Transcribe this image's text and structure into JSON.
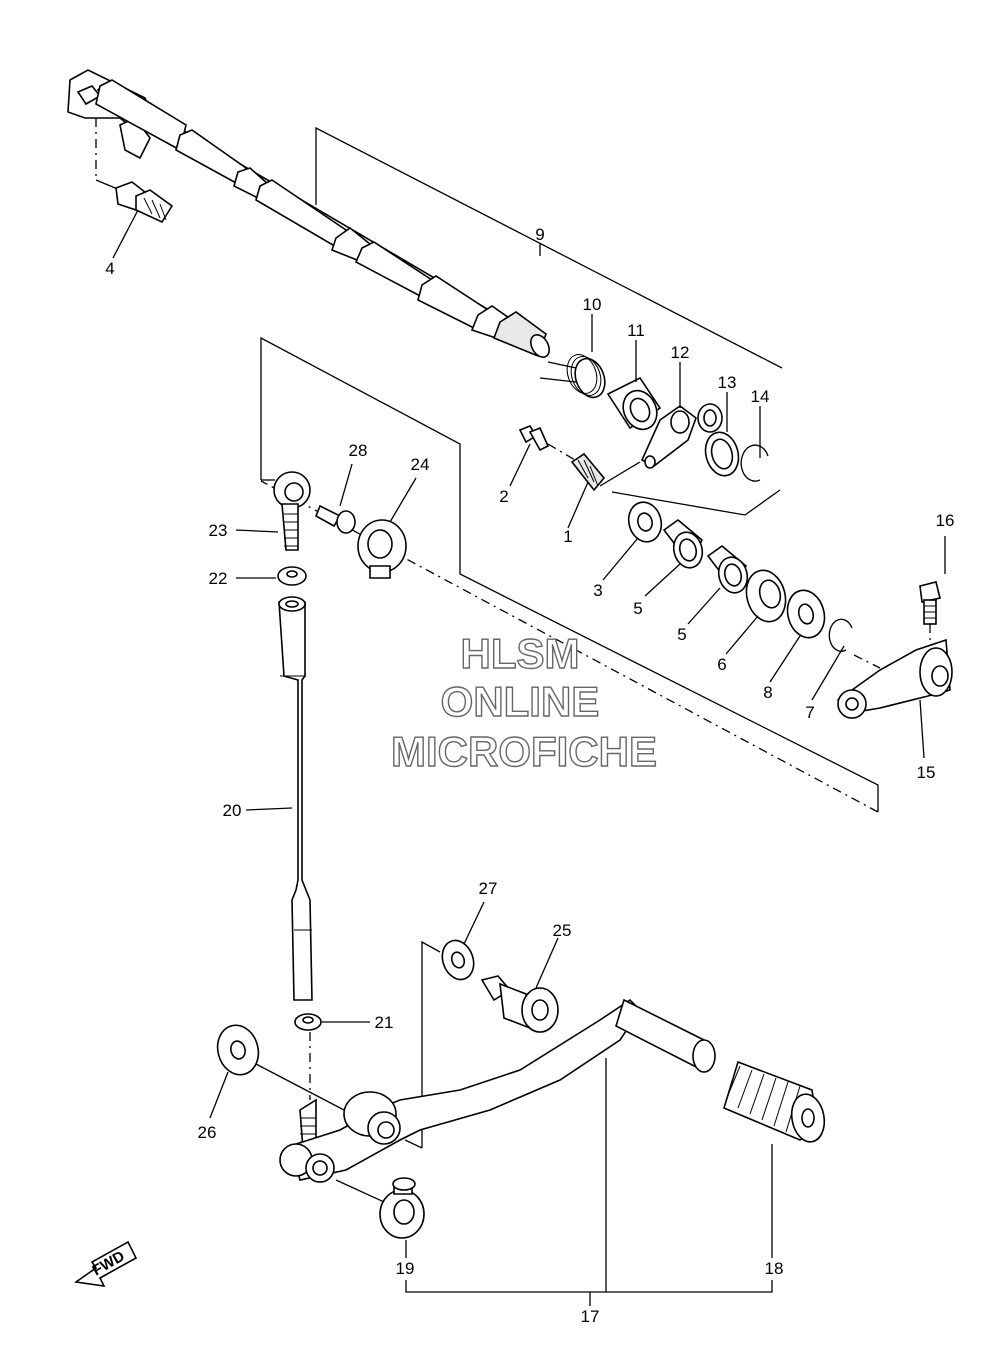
{
  "watermark": {
    "line1": "HLSM",
    "line2": "ONLINE",
    "line3": "MICROFICHE"
  },
  "fwd_label": "FWD",
  "callouts": [
    {
      "id": "c1",
      "text": "1"
    },
    {
      "id": "c2",
      "text": "2"
    },
    {
      "id": "c3",
      "text": "3"
    },
    {
      "id": "c4",
      "text": "4"
    },
    {
      "id": "c5a",
      "text": "5"
    },
    {
      "id": "c5b",
      "text": "5"
    },
    {
      "id": "c6",
      "text": "6"
    },
    {
      "id": "c7",
      "text": "7"
    },
    {
      "id": "c8",
      "text": "8"
    },
    {
      "id": "c9",
      "text": "9"
    },
    {
      "id": "c10",
      "text": "10"
    },
    {
      "id": "c11",
      "text": "11"
    },
    {
      "id": "c12",
      "text": "12"
    },
    {
      "id": "c13",
      "text": "13"
    },
    {
      "id": "c14",
      "text": "14"
    },
    {
      "id": "c15",
      "text": "15"
    },
    {
      "id": "c16",
      "text": "16"
    },
    {
      "id": "c17",
      "text": "17"
    },
    {
      "id": "c18",
      "text": "18"
    },
    {
      "id": "c19",
      "text": "19"
    },
    {
      "id": "c20",
      "text": "20"
    },
    {
      "id": "c21",
      "text": "21"
    },
    {
      "id": "c22",
      "text": "22"
    },
    {
      "id": "c23",
      "text": "23"
    },
    {
      "id": "c24",
      "text": "24"
    },
    {
      "id": "c25",
      "text": "25"
    },
    {
      "id": "c26",
      "text": "26"
    },
    {
      "id": "c27",
      "text": "27"
    },
    {
      "id": "c28",
      "text": "28"
    }
  ]
}
